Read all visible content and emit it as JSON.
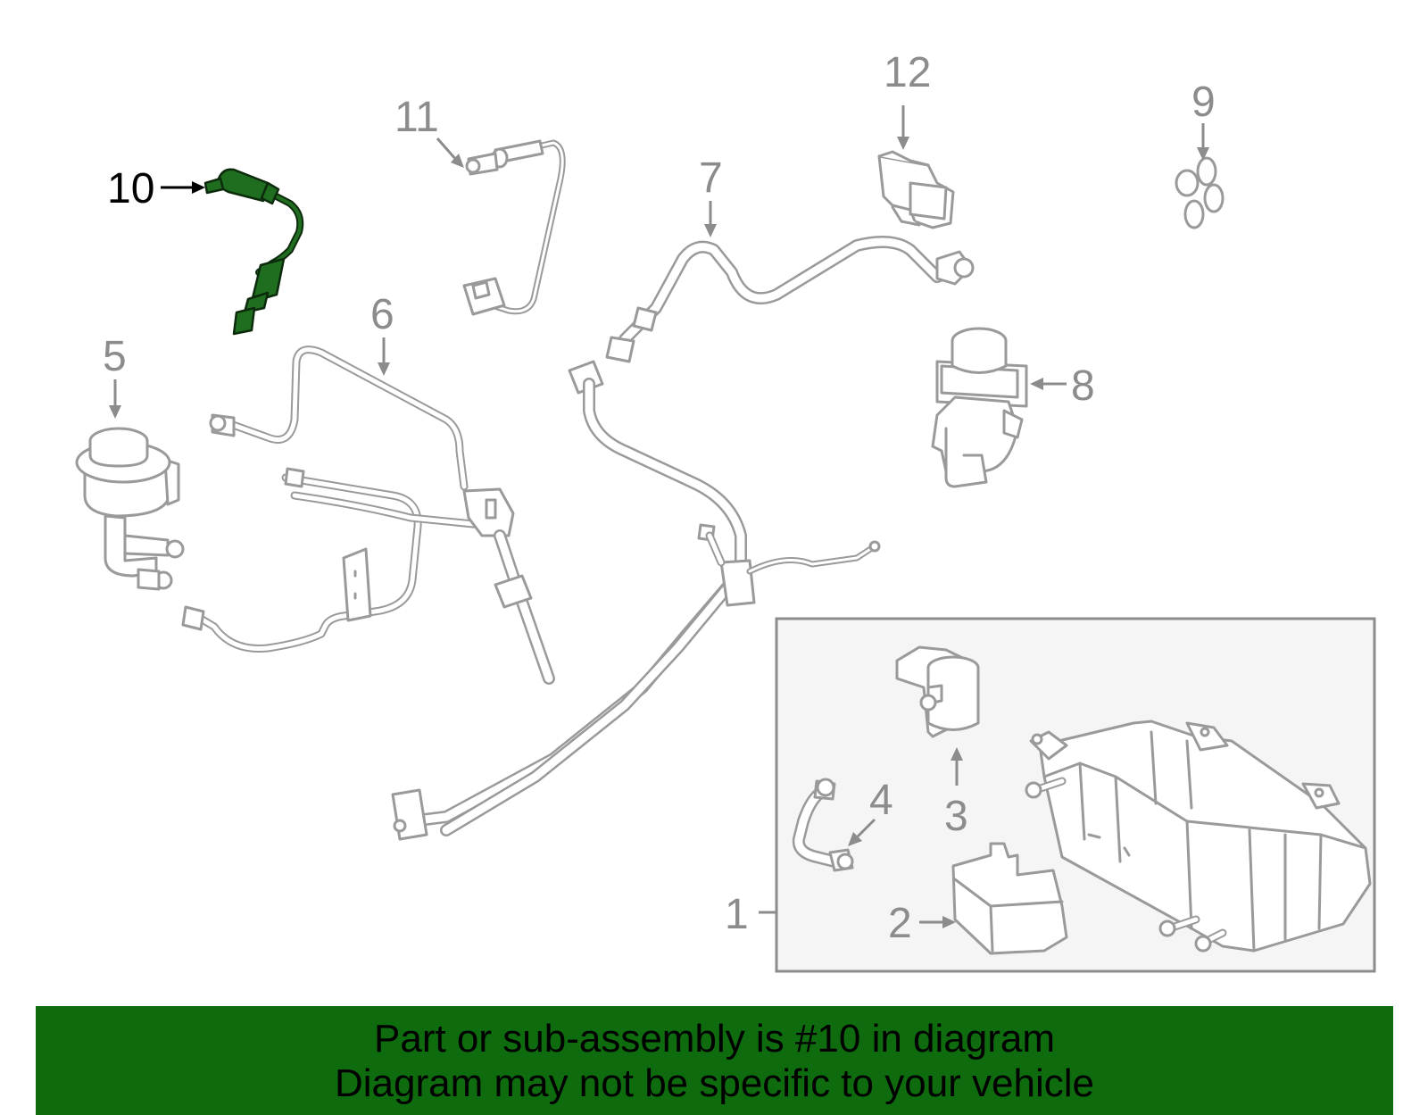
{
  "callouts": {
    "c1": "1",
    "c2": "2",
    "c3": "3",
    "c4": "4",
    "c5": "5",
    "c6": "6",
    "c7": "7",
    "c8": "8",
    "c9": "9",
    "c10": "10",
    "c11": "11",
    "c12": "12"
  },
  "highlighted_part": "10",
  "colors": {
    "highlight": "#1f6e1f",
    "banner": "#0e6b0e",
    "part_outline": "#9a9a9a"
  },
  "banner": {
    "line1": "Part or sub-assembly is #10 in diagram",
    "line2": "Diagram may not be specific to your vehicle"
  }
}
